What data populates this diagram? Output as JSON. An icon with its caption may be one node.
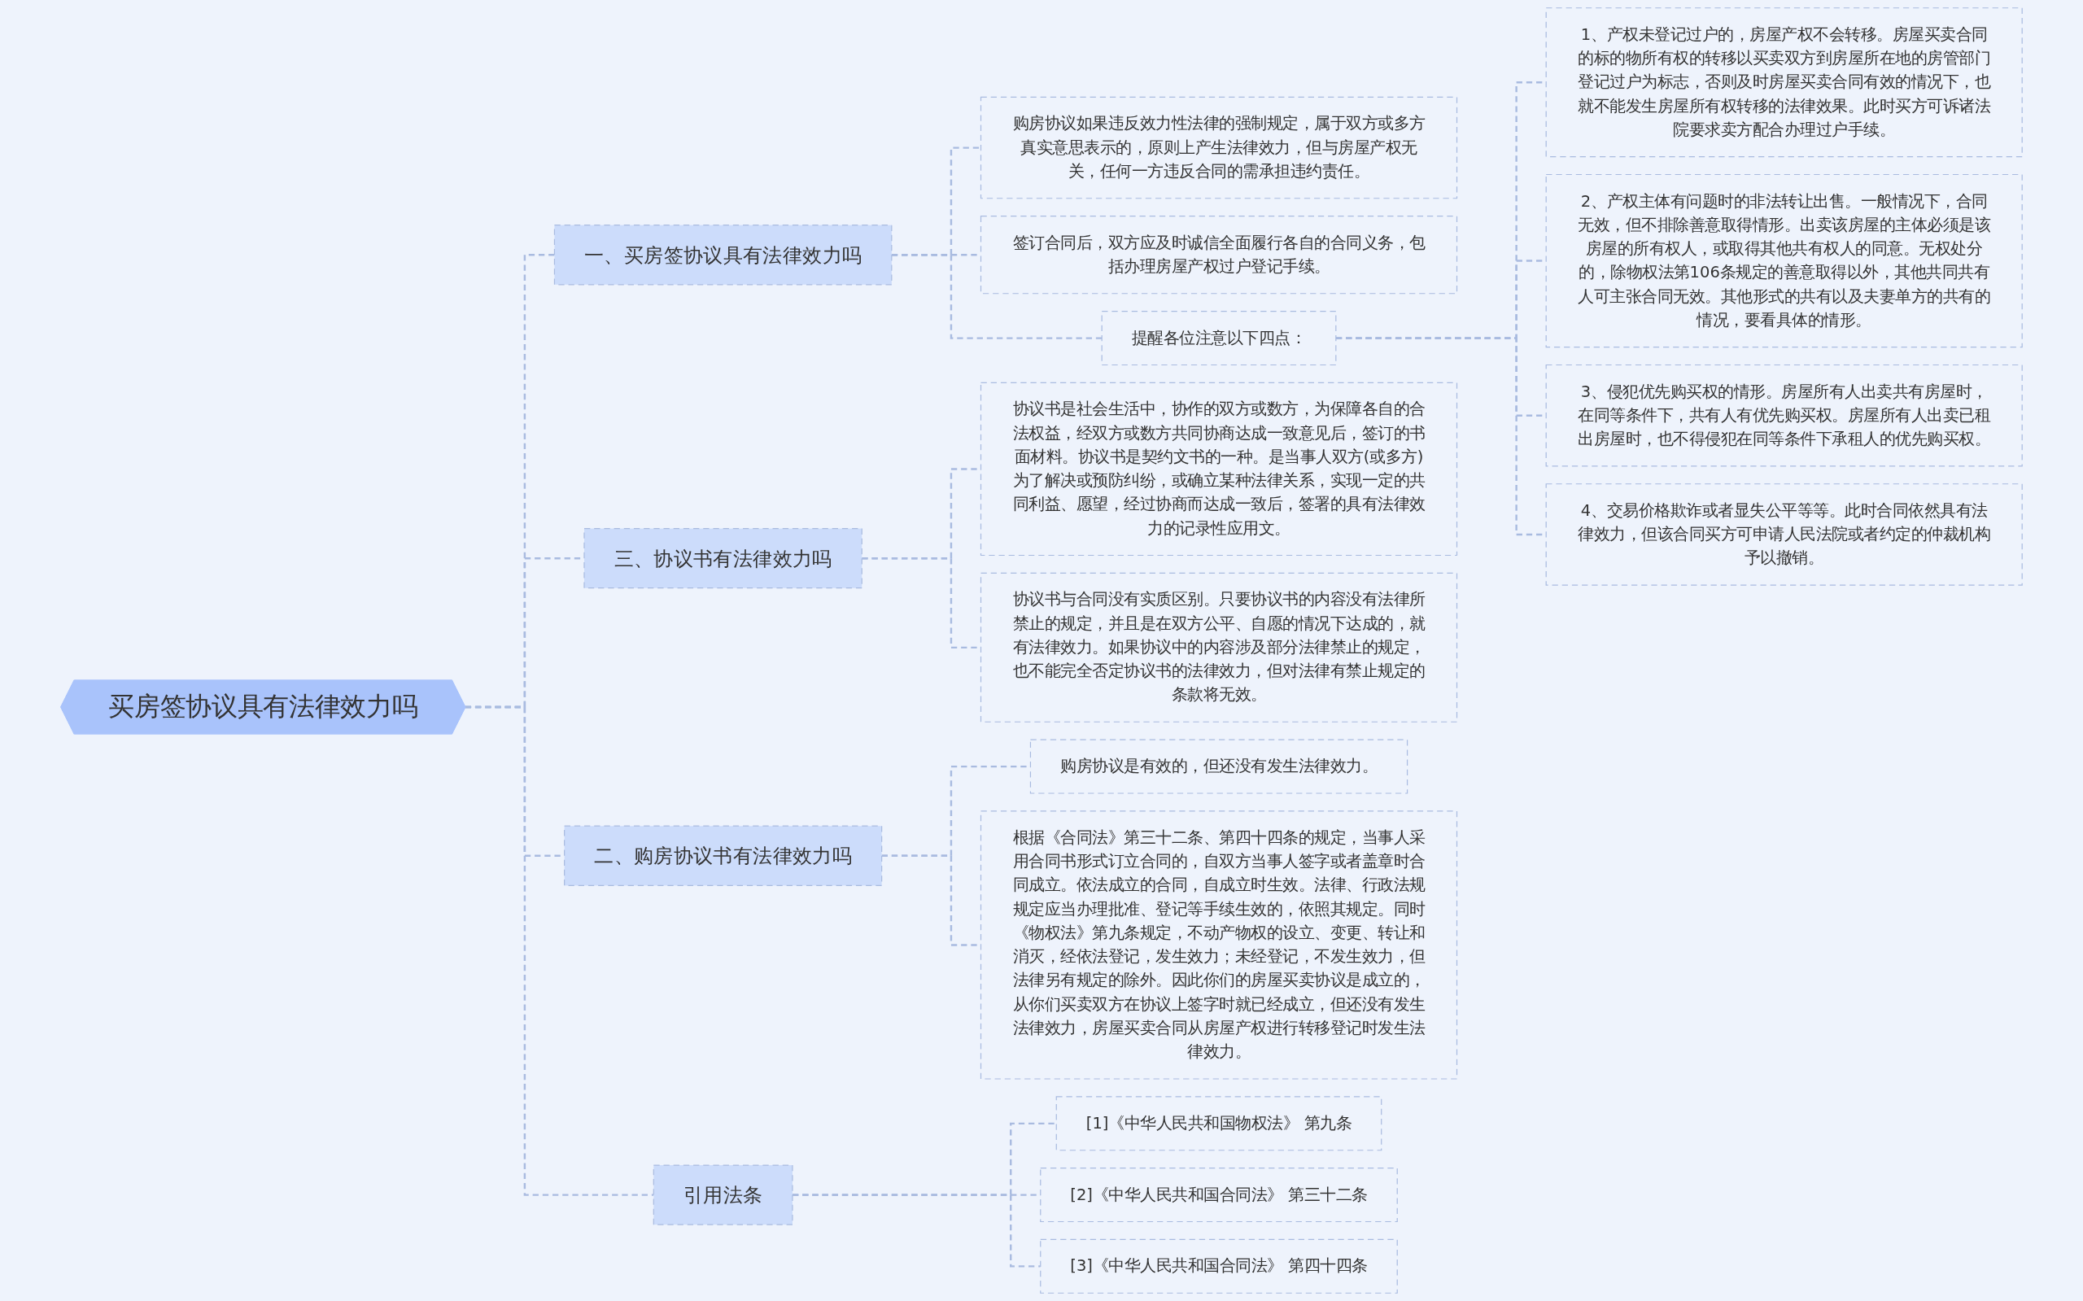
{
  "diagram": {
    "nodes": [
      {
        "text": [
          "买房签协议具有法律效力吗"
        ]
      },
      {
        "text": [
          "一、买房签协议具有法律效力吗"
        ]
      },
      {
        "text": [
          "购房协议如果违反效力性法律的强制规定，属于双方或多方真实意思表示的，原则上产生法律效力，但与房屋产权无关，任何一方违反合同的需承担违约责任。"
        ]
      },
      {
        "text": [
          "签订合同后，双方应及时诚信全面履行各自的合同义务，包括办理房屋产权过户登记手续。"
        ]
      },
      {
        "text": [
          "提醒各位注意以下四点："
        ]
      },
      {
        "text": [
          "1、产权未登记过户的，房屋产权不会转移。房屋买卖合同的标的物所有权的转移以买卖双方到房屋所在地的房管部门登记过户为标志，否则及时房屋买卖合同有效的情况下，也就不能发生房屋所有权转移的法律效果。此时买方可诉诸法院要求卖方配合办理过户手续。"
        ]
      },
      {
        "text": [
          "2、产权主体有问题时的非法转让出售。一般情况下，合同无效，但不排除善意取得情形。出卖该房屋的主体必须是该房屋的所有权人，或取得其他共有权人的同意。无权处分的，除物权法第106条规定的善意取得以外，其他共同共有人可主张合同无效。其他形式的共有以及夫妻单方的共有的情况，要看具体的情形。"
        ]
      },
      {
        "text": [
          "3、侵犯优先购买权的情形。房屋所有人出卖共有房屋时，在同等条件下，共有人有优先购买权。房屋所有人出卖已租出房屋时，也不得侵犯在同等条件下承租人的优先购买权。"
        ]
      },
      {
        "text": [
          "4、交易价格欺诈或者显失公平等等。此时合同依然具有法律效力，但该合同买方可申请人民法院或者约定的仲裁机构予以撤销。"
        ]
      },
      {
        "text": [
          "三、协议书有法律效力吗"
        ]
      },
      {
        "text": [
          "协议书是社会生活中，协作的双方或数方，为保障各自的合法权益，经双方或数方共同协商达成一致意见后，签订的书面材料。协议书是契约文书的一种。是当事人双方(或多方)为了解决或预防纠纷，或确立某种法律关系，实现一定的共同利益、愿望，经过协商而达成一致后，签署的具有法律效力的记录性应用文。"
        ]
      },
      {
        "text": [
          "协议书与合同没有实质区别。只要协议书的内容没有法律所禁止的规定，并且是在双方公平、自愿的情况下达成的，就有法律效力。如果协议中的内容涉及部分法律禁止的规定，也不能完全否定协议书的法律效力，但对法律有禁止规定的条款将无效。"
        ]
      },
      {
        "text": [
          "二、购房协议书有法律效力吗"
        ]
      },
      {
        "text": [
          "购房协议是有效的，但还没有发生法律效力。"
        ]
      },
      {
        "text": [
          "根据《合同法》第三十二条、第四十四条的规定，当事人采用合同书形式订立合同的，自双方当事人签字或者盖章时合同成立。依法成立的合同，自成立时生效。法律、行政法规规定应当办理批准、登记等手续生效的，依照其规定。同时《物权法》第九条规定，不动产物权的设立、变更、转让和消灭，经依法登记，发生效力；未经登记，不发生效力，但法律另有规定的除外。因此你们的房屋买卖协议是成立的，从你们买卖双方在协议上签字时就已经成立，但还没有发生法律效力，房屋买卖合同从房屋产权进行转移登记时发生法律效力。"
        ]
      },
      {
        "text": [
          "引用法条"
        ]
      },
      {
        "text": [
          "[1]《中华人民共和国物权法》 第九条"
        ]
      },
      {
        "text": [
          "[2]《中华人民共和国合同法》 第三十二条"
        ]
      },
      {
        "text": [
          "[3]《中华人民共和国合同法》 第四十四条"
        ]
      }
    ],
    "edges": [
      {
        "from": 0,
        "to": 1,
        "arrow": "none"
      },
      {
        "from": 1,
        "to": 2,
        "arrow": "none"
      },
      {
        "from": 1,
        "to": 3,
        "arrow": "none"
      },
      {
        "from": 1,
        "to": 4,
        "arrow": "none"
      },
      {
        "from": 4,
        "to": 5,
        "arrow": "none"
      },
      {
        "from": 4,
        "to": 6,
        "arrow": "none"
      },
      {
        "from": 4,
        "to": 7,
        "arrow": "none"
      },
      {
        "from": 4,
        "to": 8,
        "arrow": "none"
      },
      {
        "from": 0,
        "to": 9,
        "arrow": "none"
      },
      {
        "from": 9,
        "to": 10,
        "arrow": "none"
      },
      {
        "from": 9,
        "to": 11,
        "arrow": "none"
      },
      {
        "from": 0,
        "to": 12,
        "arrow": "none"
      },
      {
        "from": 12,
        "to": 13,
        "arrow": "none"
      },
      {
        "from": 12,
        "to": 14,
        "arrow": "none"
      },
      {
        "from": 0,
        "to": 15,
        "arrow": "none"
      },
      {
        "from": 15,
        "to": 16,
        "arrow": "none"
      },
      {
        "from": 15,
        "to": 17,
        "arrow": "none"
      },
      {
        "from": 15,
        "to": 18,
        "arrow": "none"
      }
    ]
  }
}
